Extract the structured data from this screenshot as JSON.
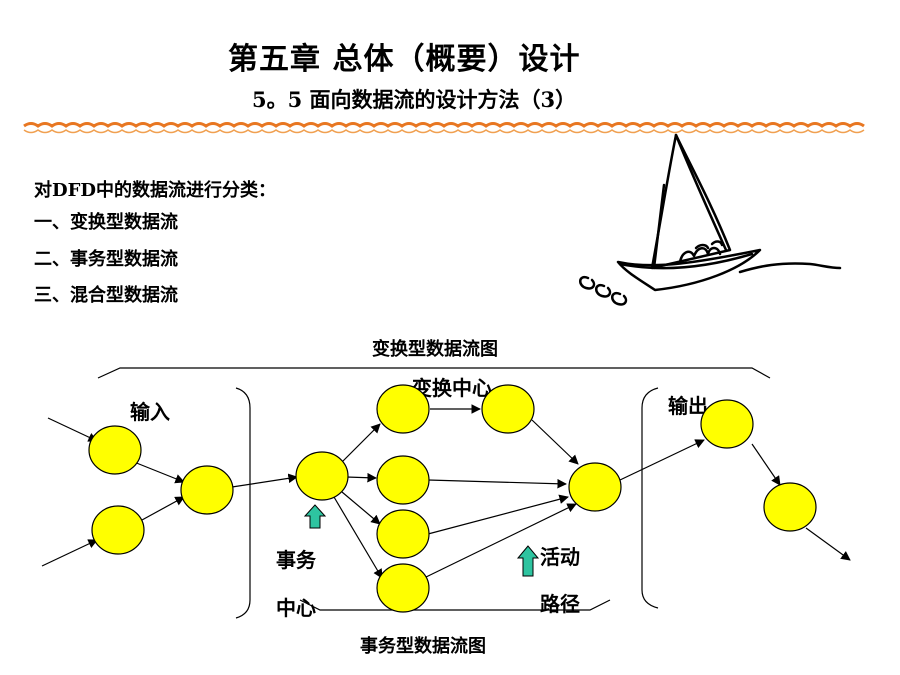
{
  "slide": {
    "title": "第五章 总体（概要）设计",
    "subtitle": "5。5 面向数据流的设计方法（3）",
    "intro": "对DFD中的数据流进行分类：",
    "items": [
      " 一、变换型数据流",
      "二、事务型数据流",
      "三、混合型数据流"
    ]
  },
  "diagram": {
    "top_label": "变换型数据流图",
    "bottom_label": "事务型数据流图",
    "input_label": "输入",
    "output_label": "输出",
    "center_label": "变换中心",
    "transaction_label_line1": "事务",
    "transaction_label_line2": "中心",
    "activity_label_line1": "活动",
    "activity_label_line2": "路径"
  },
  "colors": {
    "node_fill": "#ffff00",
    "node_stroke": "#000000",
    "wave": "#e87722",
    "marker_fill": "#2ec4a0"
  },
  "icons": [
    "sailboat-icon",
    "up-arrow-icon"
  ]
}
